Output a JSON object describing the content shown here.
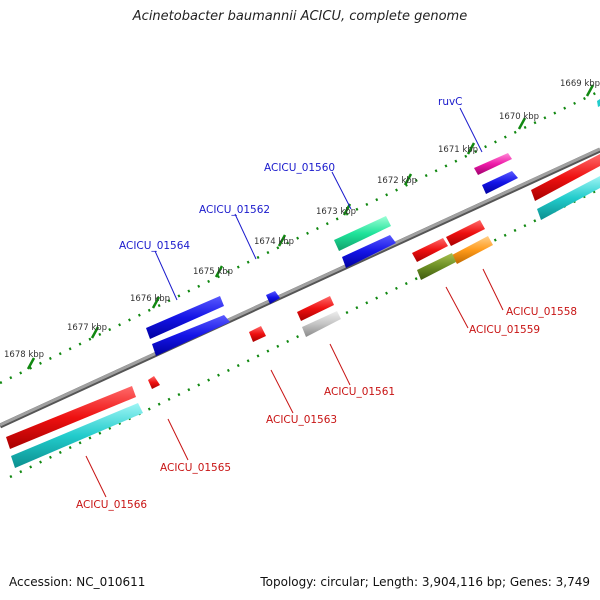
{
  "title": "Acinetobacter baumannii ACICU, complete genome",
  "kbp_labels": [
    "1669 kbp",
    "1670 kbp",
    "1671 kbp",
    "1672 kbp",
    "1673 kbp",
    "1674 kbp",
    "1675 kbp",
    "1676 kbp",
    "1677 kbp",
    "1678 kbp"
  ],
  "genes_top": [
    "ruvC",
    "ACICU_01560",
    "ACICU_01562",
    "ACICU_01564"
  ],
  "genes_bottom": [
    "ACICU_01558",
    "ACICU_01559",
    "ACICU_01561",
    "ACICU_01563",
    "ACICU_01565",
    "ACICU_01566"
  ],
  "footer": {
    "accession": "Accession: NC_010611",
    "summary": "Topology: circular; Length: 3,904,116 bp; Genes: 3,749"
  },
  "colors": {
    "plus_strand_gene": "#1010e0",
    "minus_strand_gene": "#ee1111",
    "cds_teal": "#19c8c8",
    "backbone": "#8a8a8a",
    "tick": "#118811"
  }
}
